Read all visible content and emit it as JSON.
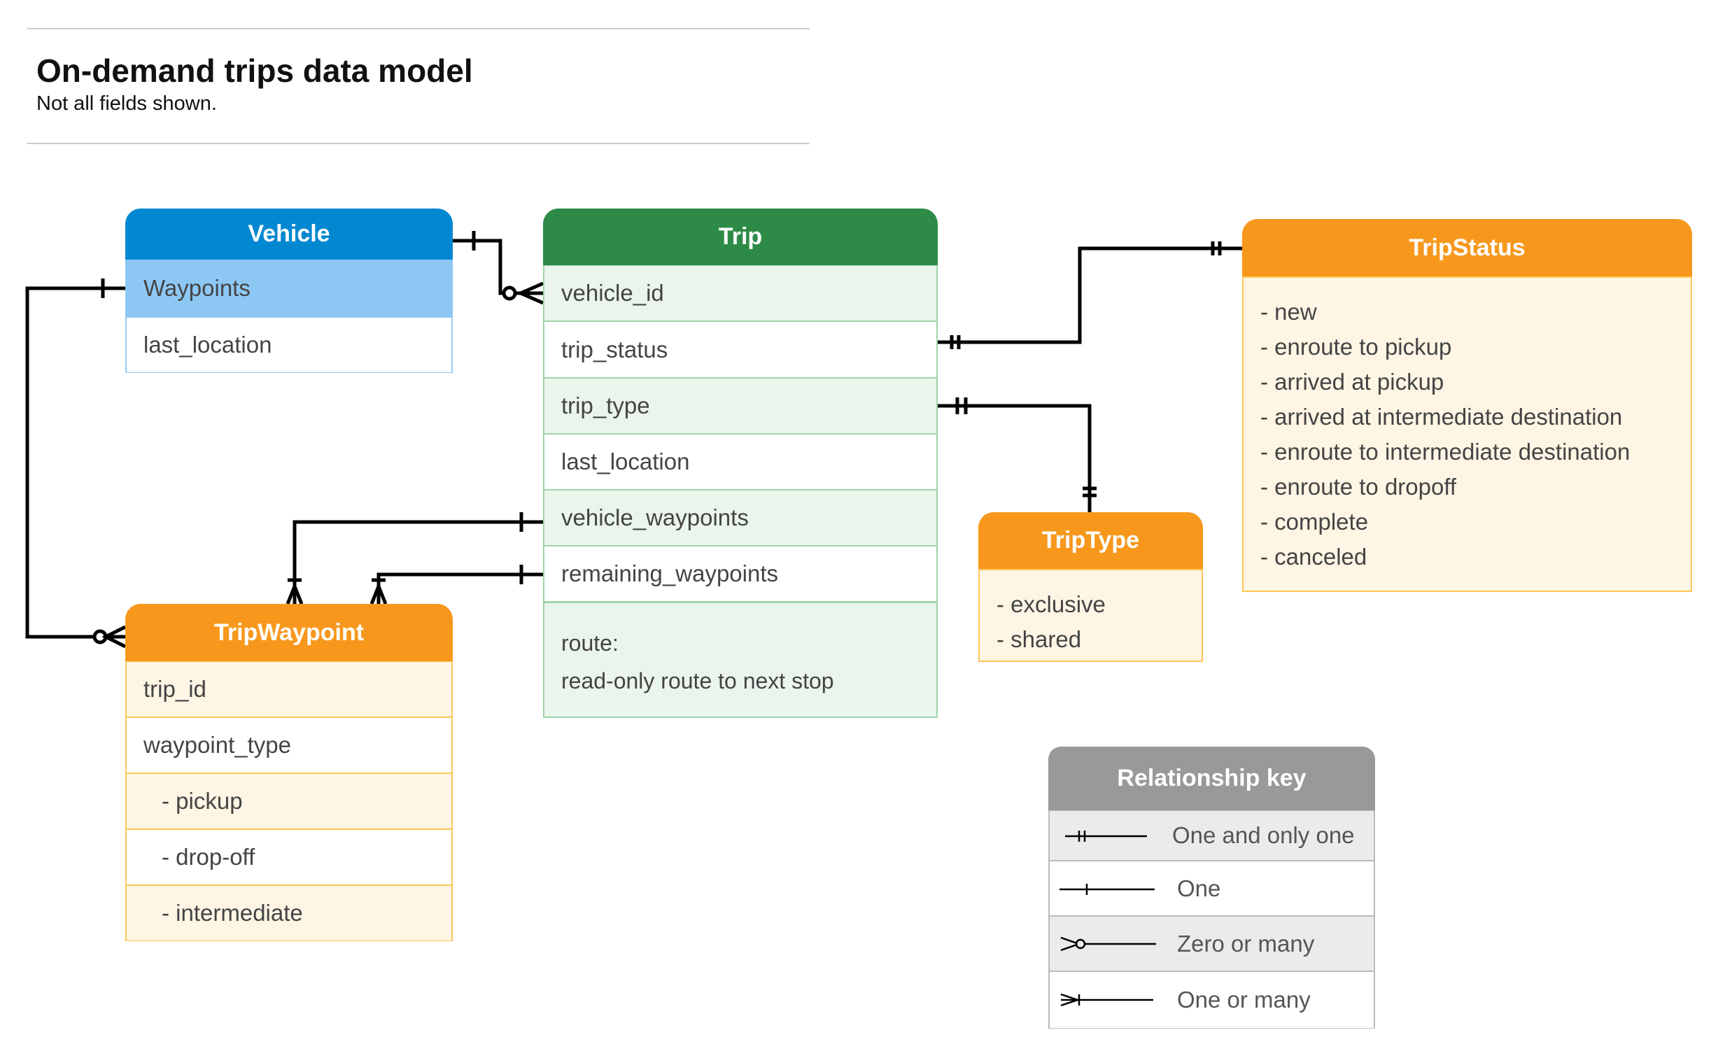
{
  "title": "On-demand trips data model",
  "subtitle": "Not all fields shown.",
  "colors": {
    "vehicle": "#0288d1",
    "trip": "#2e8b47",
    "orange": "#f7981d",
    "key": "#999999"
  },
  "vehicle": {
    "name": "Vehicle",
    "fields": [
      "Waypoints",
      "last_location"
    ]
  },
  "trip": {
    "name": "Trip",
    "fields": [
      "vehicle_id",
      "trip_status",
      "trip_type",
      "last_location",
      "vehicle_waypoints",
      "remaining_waypoints"
    ],
    "route_label": "route:",
    "route_desc": "read-only route to next stop"
  },
  "trip_status": {
    "name": "TripStatus",
    "values": [
      "- new",
      "- enroute to pickup",
      "- arrived at pickup",
      "- arrived at intermediate destination",
      "- enroute to intermediate destination",
      "- enroute to dropoff",
      "- complete",
      "- canceled"
    ]
  },
  "trip_type": {
    "name": "TripType",
    "values": [
      "- exclusive",
      "- shared"
    ]
  },
  "trip_waypoint": {
    "name": "TripWaypoint",
    "fields": [
      "trip_id",
      "waypoint_type",
      "-  pickup",
      "-  drop-off",
      "-  intermediate"
    ]
  },
  "key": {
    "title": "Relationship key",
    "items": [
      "One and only one",
      "One",
      "Zero or many",
      "One or many"
    ]
  }
}
